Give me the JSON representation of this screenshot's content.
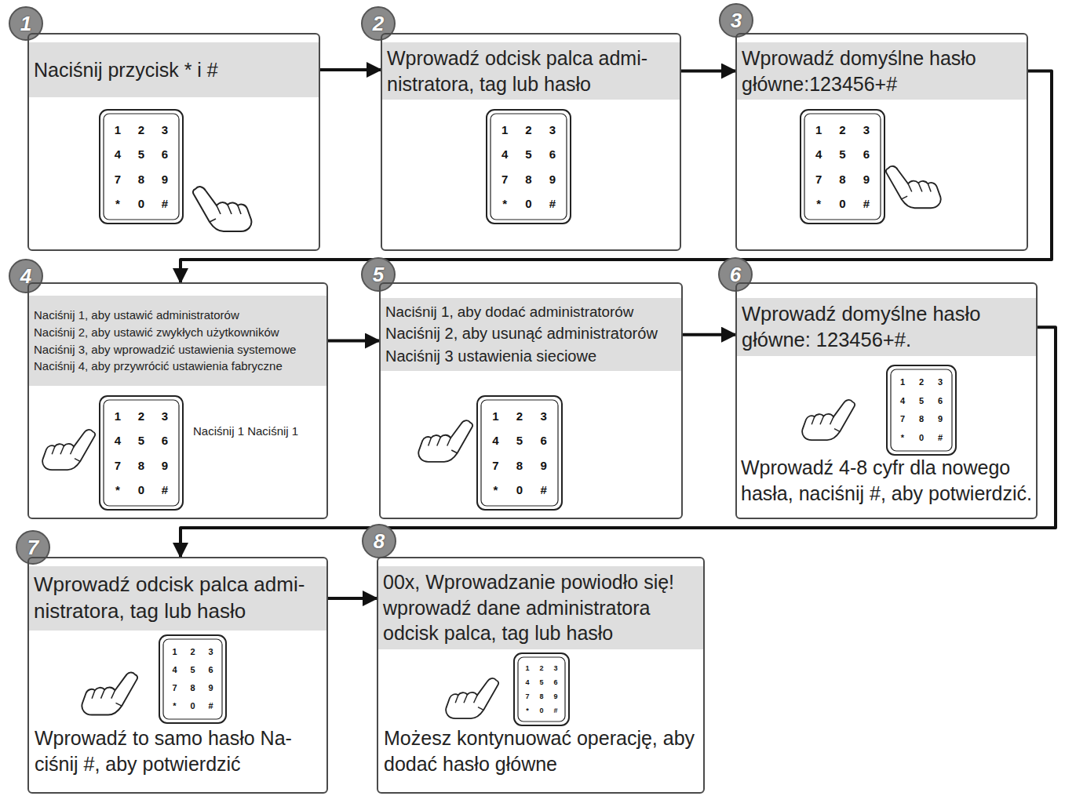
{
  "diagram": {
    "nodes": [
      {
        "text": [
          "1"
        ]
      },
      {
        "text": [
          "Naciśnij przycisk * i #"
        ]
      },
      {
        "text": [
          "2"
        ]
      },
      {
        "text": [
          "Wprowadź odcisk palca admi-nistratora, tag lub hasło"
        ]
      },
      {
        "text": [
          "3"
        ]
      },
      {
        "text": [
          "Wprowadź domyślne hasło główne:123456+#"
        ]
      },
      {
        "text": [
          "4"
        ]
      },
      {
        "text": [
          "Naciśnij 1, aby ustawić administratorów",
          "Naciśnij 2, aby ustawić zwykłych użytkowników",
          "Naciśnij 3, aby wprowadzić ustawienia systemowe",
          "Naciśnij 4, aby przywrócić ustawienia fabryczne",
          "Naciśnij 1 Naciśnij 1"
        ]
      },
      {
        "text": [
          "5"
        ]
      },
      {
        "text": [
          "Naciśnij 1, aby dodać administratorów",
          "Naciśnij 2, aby usunąć administratorów",
          "Naciśnij 3 ustawienia sieciowe"
        ]
      },
      {
        "text": [
          "6"
        ]
      },
      {
        "text": [
          "Wprowadź domyślne hasło główne: 123456+#.",
          "Wprowadź 4-8 cyfr dla nowego hasła, naciśnij #, aby potwierdzić."
        ]
      },
      {
        "text": [
          "7"
        ]
      },
      {
        "text": [
          "Wprowadź odcisk palca admi-nistratora, tag lub hasło",
          "Wprowadź to samo hasło Na-ciśnij #, aby potwierdzić"
        ]
      },
      {
        "text": [
          "8"
        ]
      },
      {
        "text": [
          "00x, Wprowadzanie powiodło się! wprowadź dane administratora odcisk palca, tag lub hasło",
          "Możesz kontynuować operację, aby dodać hasło główne"
        ]
      }
    ],
    "edges": [
      {
        "from": 1,
        "to": 3,
        "arrow": "to"
      },
      {
        "from": 3,
        "to": 5,
        "arrow": "to"
      },
      {
        "from": 5,
        "to": 7,
        "arrow": "to"
      },
      {
        "from": 7,
        "to": 9,
        "arrow": "to"
      },
      {
        "from": 9,
        "to": 11,
        "arrow": "to"
      },
      {
        "from": 11,
        "to": 13,
        "arrow": "to"
      },
      {
        "from": 13,
        "to": 15,
        "arrow": "to"
      }
    ],
    "labels": [
      "1",
      "2",
      "3",
      "4",
      "5",
      "6",
      "7",
      "8",
      "9",
      "*",
      "0",
      "#",
      "1",
      "2",
      "3",
      "4",
      "5",
      "6",
      "7",
      "8",
      "9",
      "*",
      "0",
      "#",
      "1",
      "2",
      "3",
      "4",
      "5",
      "6",
      "7",
      "8",
      "9",
      "*",
      "0",
      "#",
      "1",
      "2",
      "3",
      "4",
      "5",
      "6",
      "7",
      "8",
      "9",
      "*",
      "0",
      "#",
      "1",
      "2",
      "3",
      "4",
      "5",
      "6",
      "7",
      "8",
      "9",
      "*",
      "0",
      "#",
      "1",
      "2",
      "3",
      "4",
      "5",
      "6",
      "7",
      "8",
      "9",
      "*",
      "0",
      "#",
      "1",
      "2",
      "3",
      "4",
      "5",
      "6",
      "7",
      "8",
      "9",
      "*",
      "0",
      "#",
      "1",
      "2",
      "3",
      "4",
      "5",
      "6",
      "7",
      "8",
      "9",
      "*",
      "0",
      "#"
    ]
  }
}
